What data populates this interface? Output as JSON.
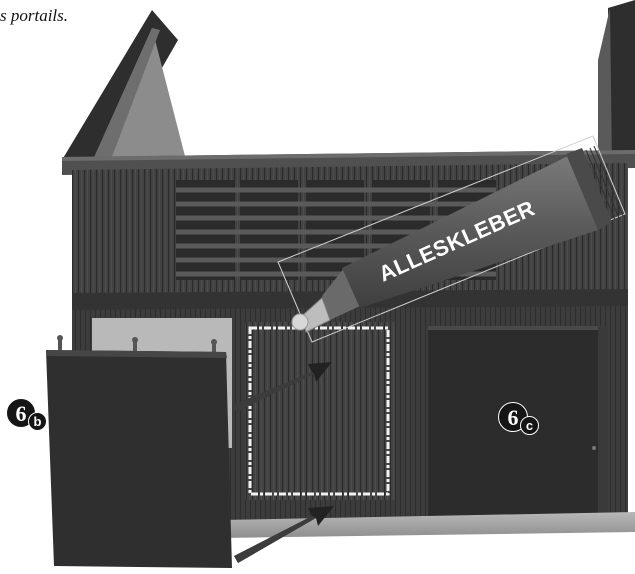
{
  "caption": {
    "text": "s portails."
  },
  "tube": {
    "label": "ALLESKLEBER"
  },
  "steps": {
    "b": {
      "number": "6",
      "letter": "b"
    },
    "c": {
      "number": "6",
      "letter": "c"
    }
  },
  "colors": {
    "background": "#ffffff",
    "wall_dark": "#3a3a3a",
    "wood_plank": "#464646",
    "gable_light": "#8a8a8a",
    "door_dark": "#2c2c2c",
    "glue_outline": "#f2f2f2",
    "badge": "#151515"
  }
}
